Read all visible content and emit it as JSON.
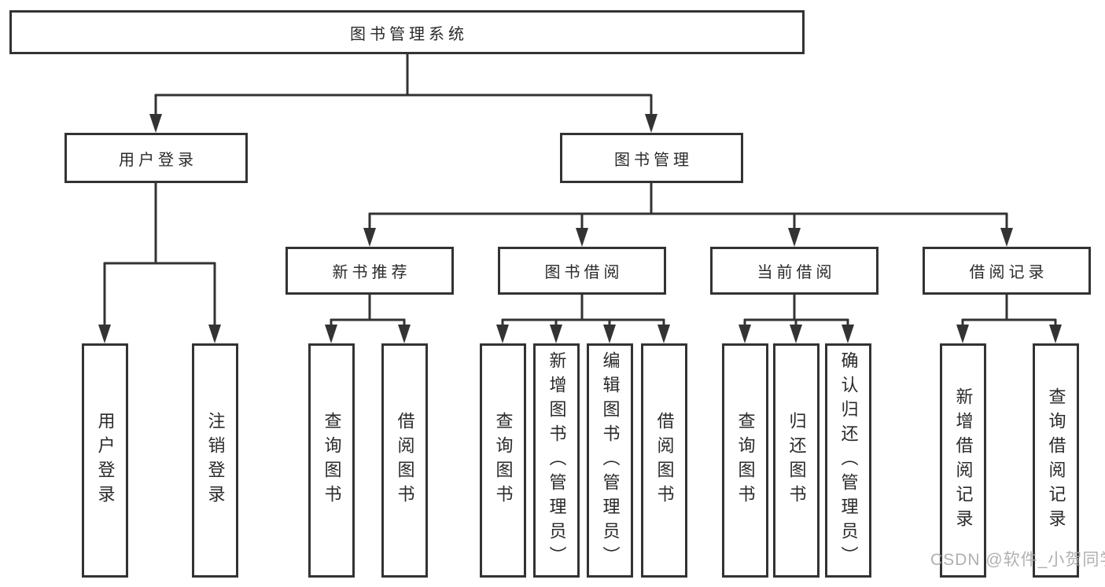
{
  "diagram": {
    "colors": {
      "line": "#333333",
      "text": "#2a2a2a",
      "background": "#ffffff",
      "watermark": "#a8a8a8"
    },
    "watermark": "CSDN @软件_小贺同学",
    "tree": {
      "root": {
        "label": "图书管理系统",
        "children": [
          {
            "label": "用户登录",
            "children": [
              {
                "label": "用户登录"
              },
              {
                "label": "注销登录"
              }
            ]
          },
          {
            "label": "图书管理",
            "children": [
              {
                "label": "新书推荐",
                "children": [
                  {
                    "label": "查询图书"
                  },
                  {
                    "label": "借阅图书"
                  }
                ]
              },
              {
                "label": "图书借阅",
                "children": [
                  {
                    "label": "查询图书"
                  },
                  {
                    "label": "新增图书（管理员）"
                  },
                  {
                    "label": "编辑图书（管理员）"
                  },
                  {
                    "label": "借阅图书"
                  }
                ]
              },
              {
                "label": "当前借阅",
                "children": [
                  {
                    "label": "查询图书"
                  },
                  {
                    "label": "归还图书"
                  },
                  {
                    "label": "确认归还（管理员）"
                  }
                ]
              },
              {
                "label": "借阅记录",
                "children": [
                  {
                    "label": "新增借阅记录"
                  },
                  {
                    "label": "查询借阅记录"
                  }
                ]
              }
            ]
          }
        ]
      }
    }
  }
}
